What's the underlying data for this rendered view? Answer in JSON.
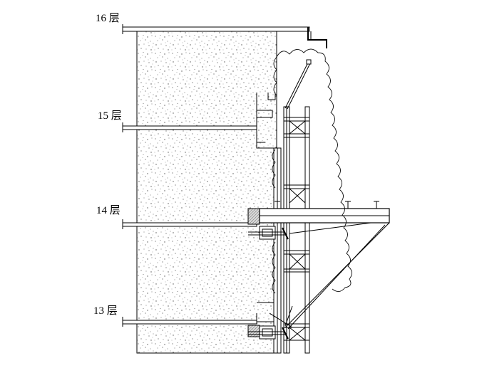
{
  "floors": [
    {
      "id": "f16",
      "label": "16 层"
    },
    {
      "id": "f15",
      "label": "15 层"
    },
    {
      "id": "f14",
      "label": "14 层"
    },
    {
      "id": "f13",
      "label": "13 层"
    }
  ]
}
